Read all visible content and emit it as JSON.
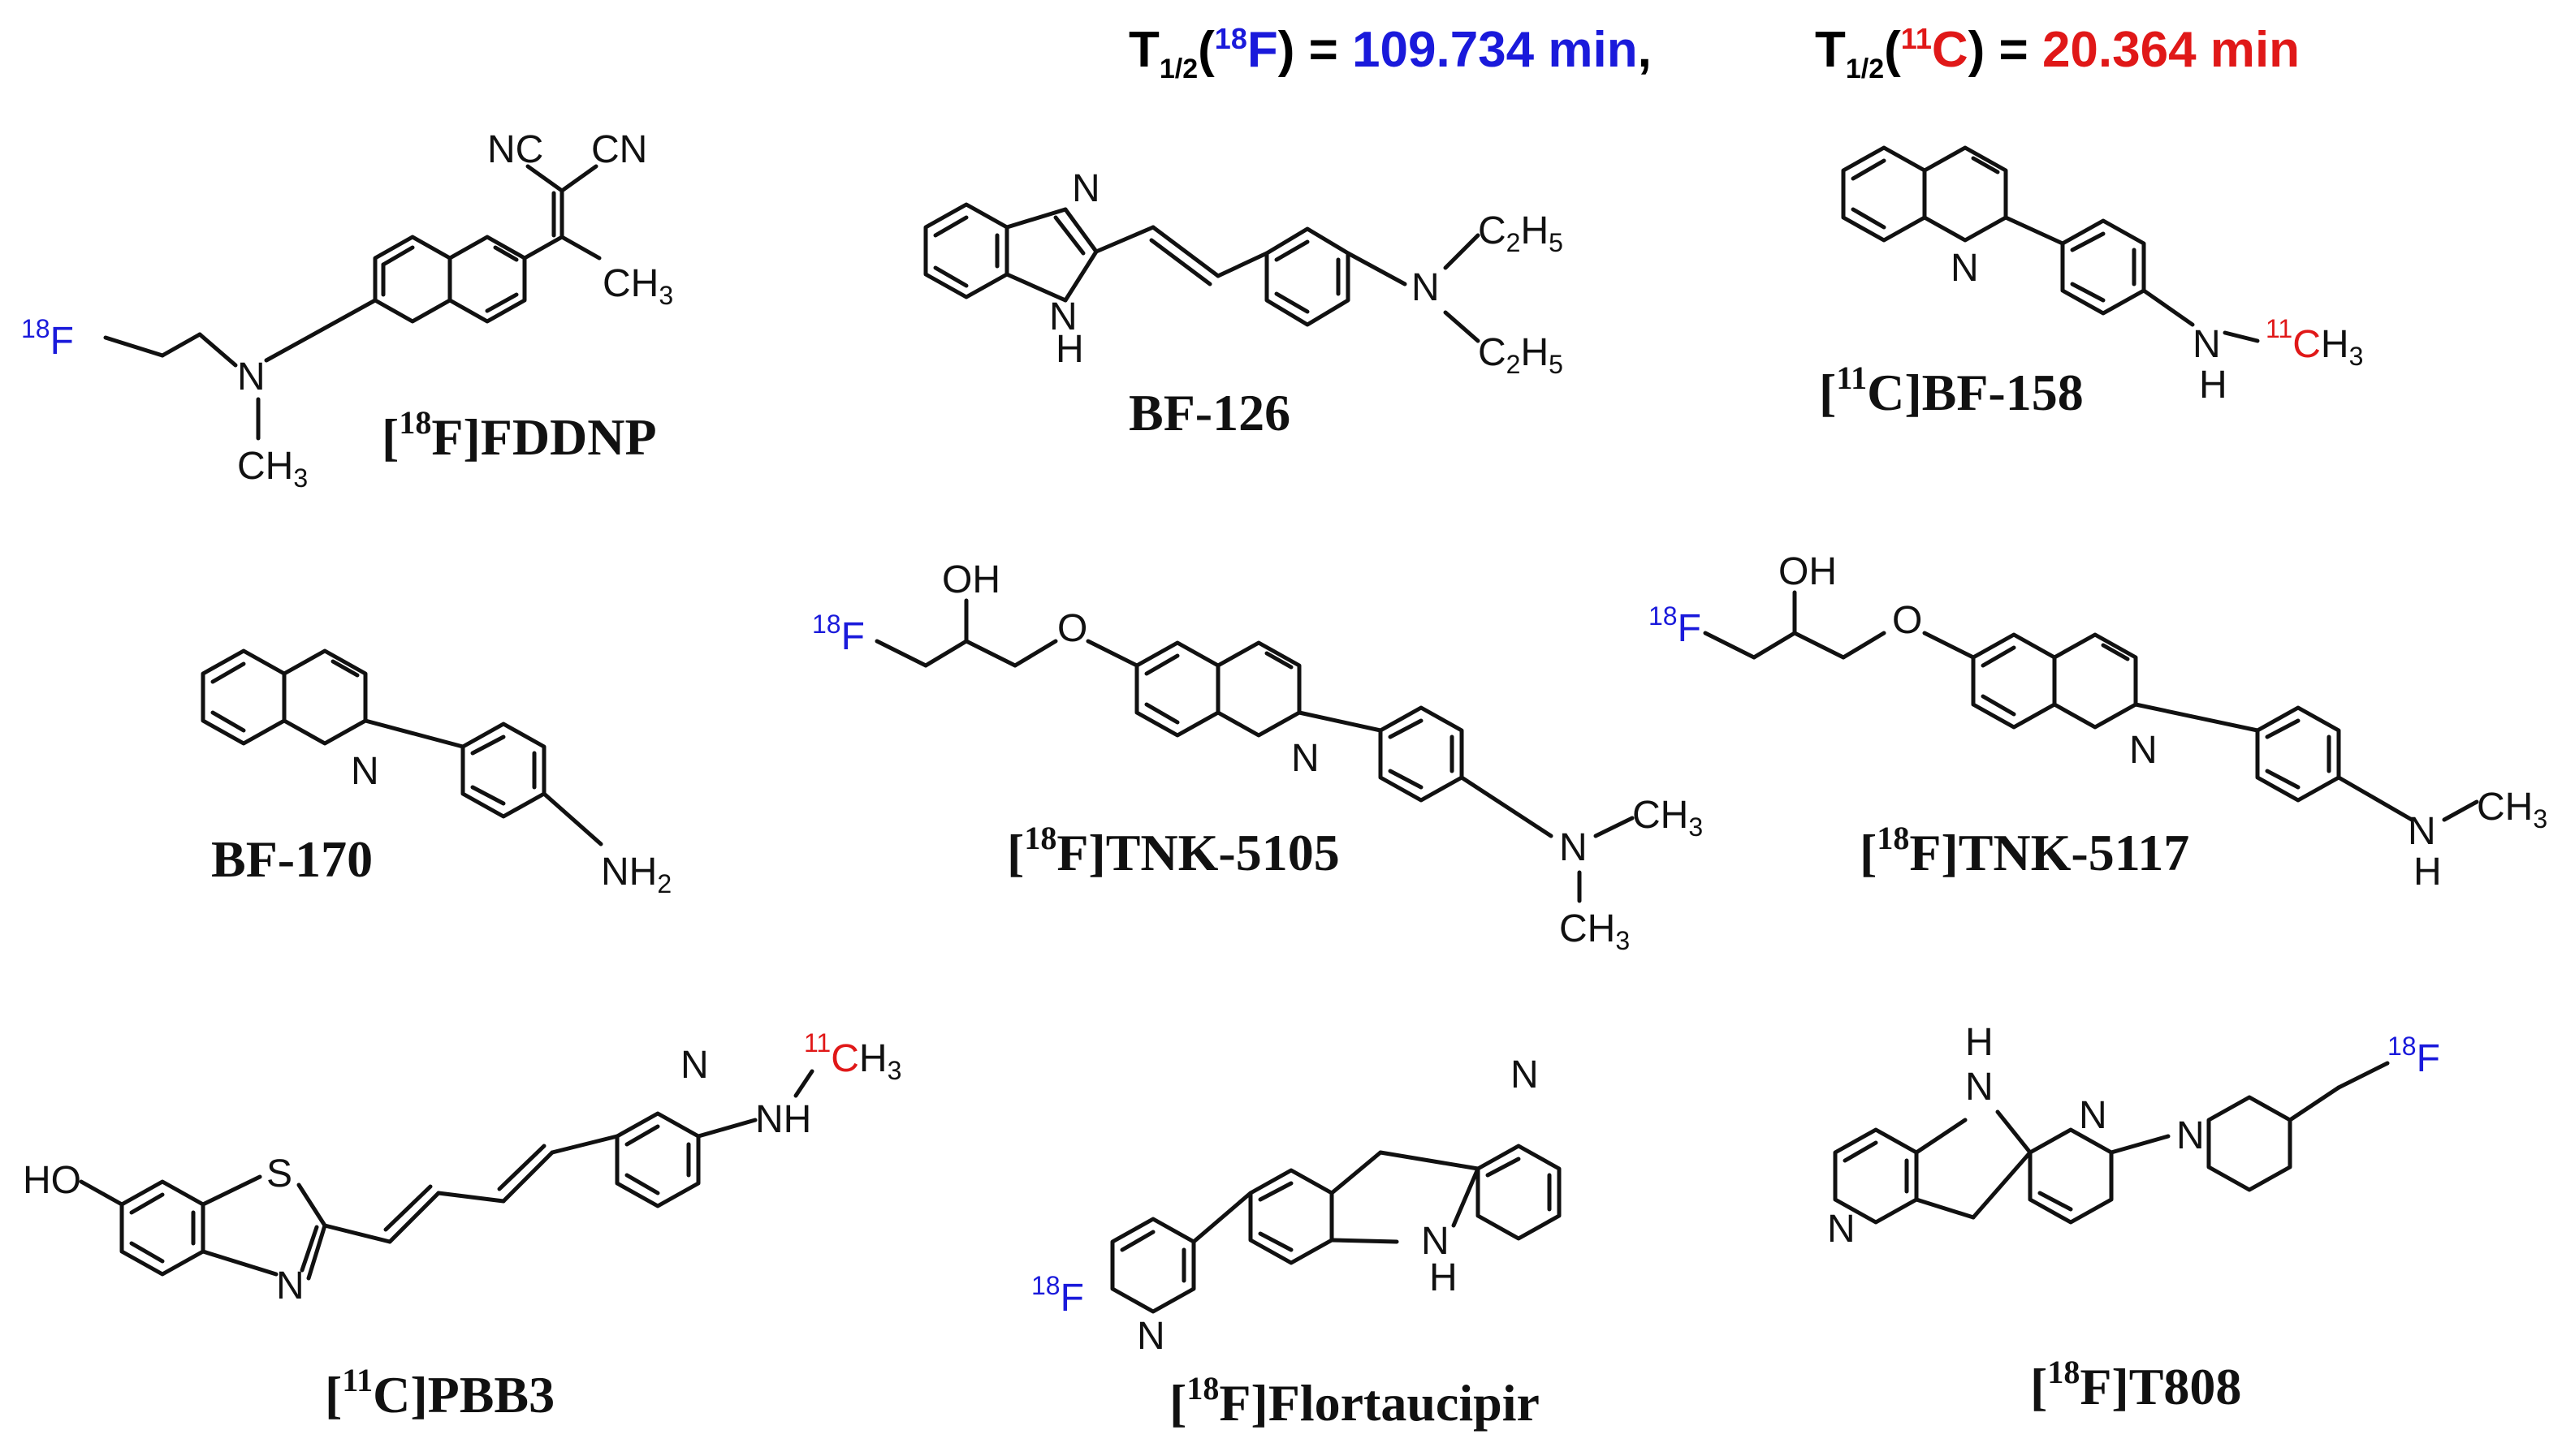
{
  "header": {
    "t_symbol": "T",
    "t_subscript": "1/2",
    "f_open": "(",
    "f_mass": "18",
    "f_element": "F",
    "f_close": ") = ",
    "f_value": "109.734 min",
    "separator": ",",
    "c_mass": "11",
    "c_element": "C",
    "c_close": ") = ",
    "c_value": "20.364 min",
    "color_f": "#1a1adb",
    "color_c": "#e01818"
  },
  "compounds": [
    {
      "id": "fddnp",
      "mass": "18",
      "label": "F]FDDNP",
      "bracket": "["
    },
    {
      "id": "bf126",
      "label": "BF-126"
    },
    {
      "id": "bf158",
      "mass": "11",
      "label": "C]BF-158",
      "bracket": "["
    },
    {
      "id": "bf170",
      "label": "BF-170"
    },
    {
      "id": "tnk5105",
      "mass": "18",
      "label": "F]TNK-5105",
      "bracket": "["
    },
    {
      "id": "tnk5117",
      "mass": "18",
      "label": "F]TNK-5117",
      "bracket": "["
    },
    {
      "id": "pbb3",
      "mass": "11",
      "label": "C]PBB3",
      "bracket": "["
    },
    {
      "id": "flortaucipir",
      "mass": "18",
      "label": "F]Flortaucipir",
      "bracket": "["
    },
    {
      "id": "t808",
      "mass": "18",
      "label": "F]T808",
      "bracket": "["
    }
  ],
  "atoms": {
    "nc": "NC",
    "cn": "CN",
    "ch3": "CH",
    "three": "3",
    "n": "N",
    "nh": "NH",
    "h": "H",
    "f": "F",
    "f18": "18",
    "c11": "11",
    "c": "C",
    "oh": "OH",
    "o": "O",
    "ho": "HO",
    "s": "S",
    "nh2": "NH",
    "two": "2",
    "c2h5_c": "C",
    "c2h5_2": "2",
    "c2h5_h": "H",
    "c2h5_5": "5"
  }
}
